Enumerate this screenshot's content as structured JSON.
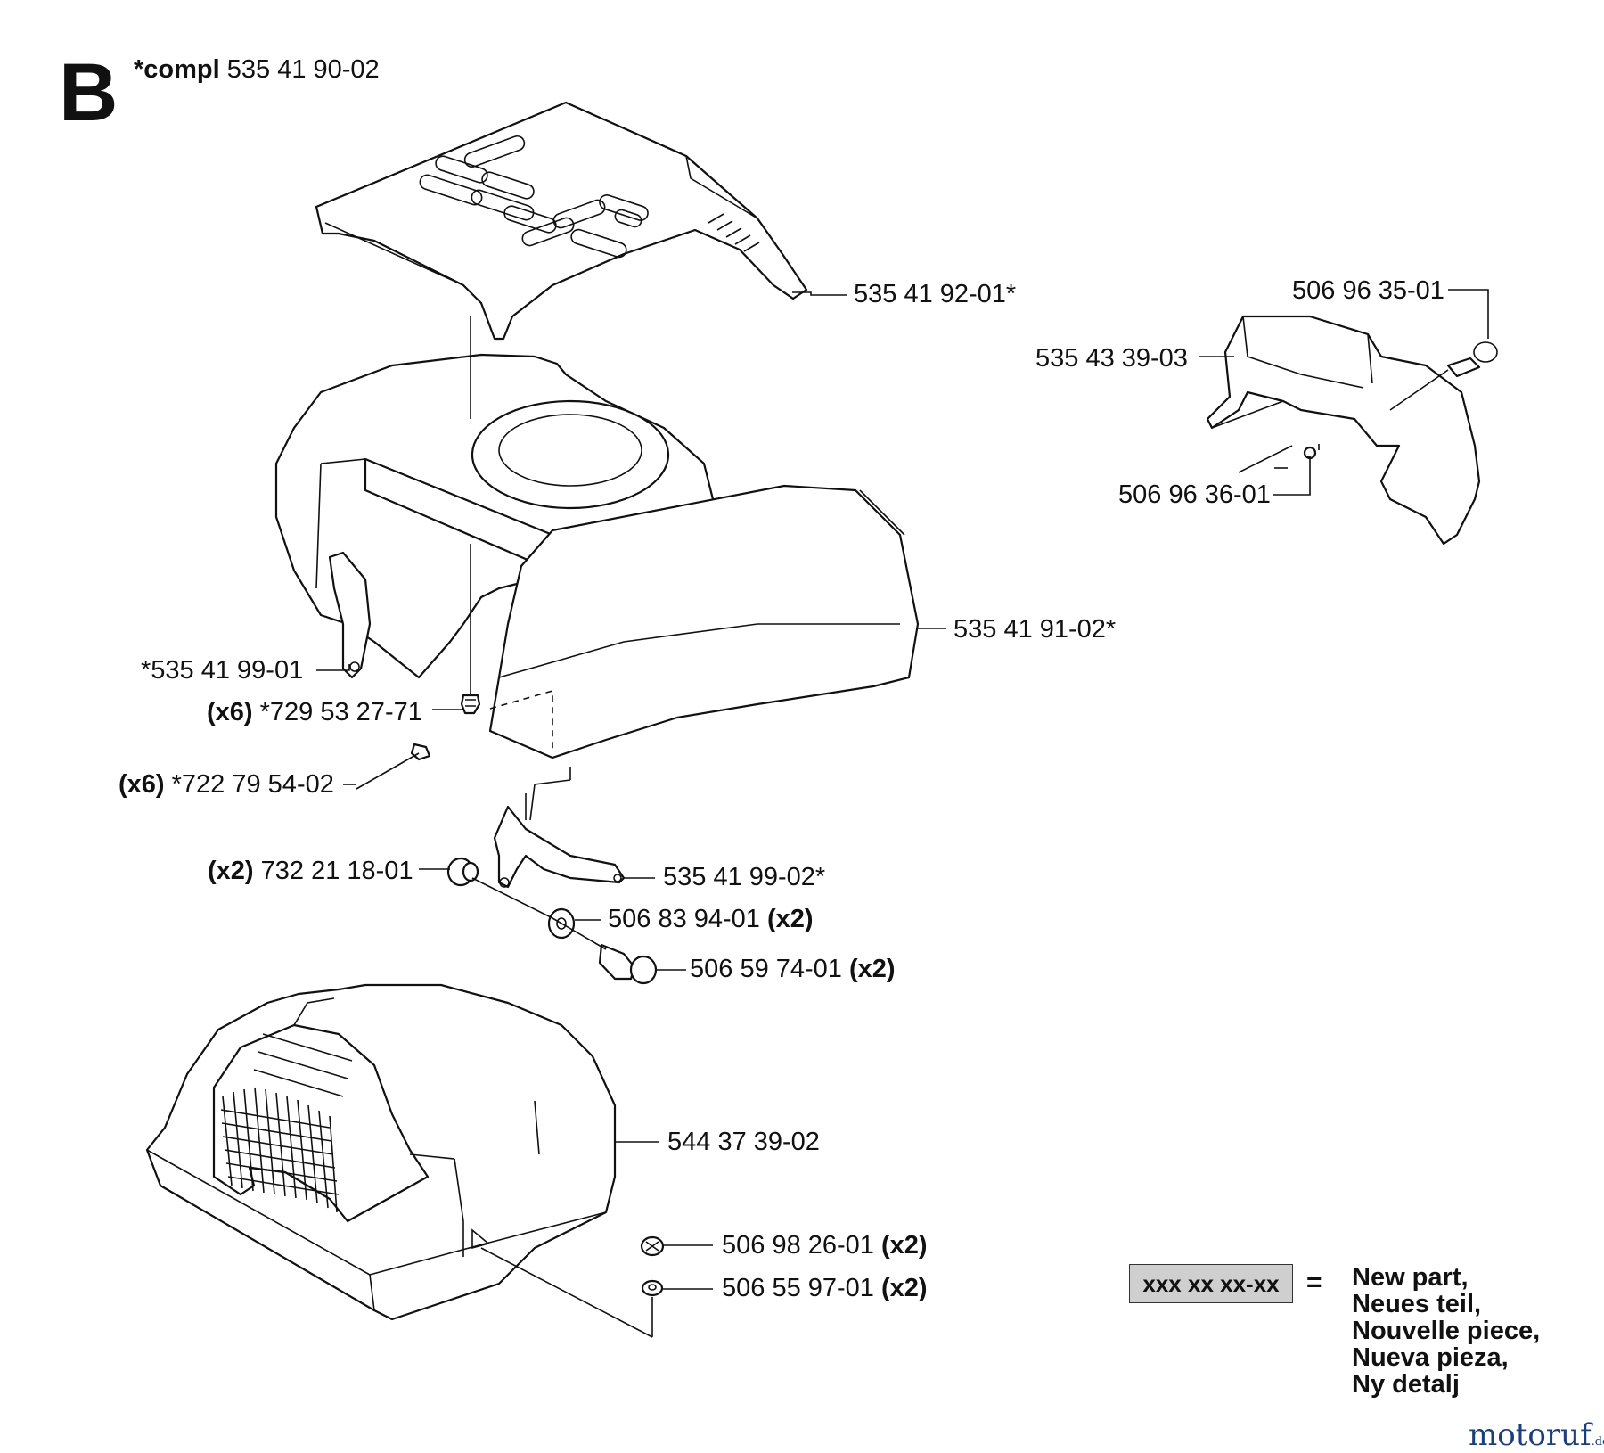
{
  "header": {
    "section_letter": "B",
    "compl_prefix": "*compl",
    "compl_number": "535 41 90-02"
  },
  "labels": {
    "p1": {
      "text": "535 41 92-01*",
      "qty": ""
    },
    "p2": {
      "text": "506 96 35-01",
      "qty": ""
    },
    "p3": {
      "text": "535 43 39-03",
      "qty": ""
    },
    "p4": {
      "text": "506 96 36-01",
      "qty": ""
    },
    "p5": {
      "text": "535 41 91-02*",
      "qty": ""
    },
    "p6": {
      "text": "*535 41 99-01",
      "qty": ""
    },
    "p7": {
      "text": "*729 53 27-71",
      "qty": "(x6)"
    },
    "p8": {
      "text": "*722 79 54-02",
      "qty": "(x6)"
    },
    "p9": {
      "text": "535 41 99-02*",
      "qty": ""
    },
    "p10": {
      "text": "732 21 18-01",
      "qty": "(x2)"
    },
    "p11": {
      "text": "506 83 94-01",
      "qty": "(x2)"
    },
    "p12": {
      "text": "506 59 74-01",
      "qty": "(x2)"
    },
    "p13": {
      "text": "544 37 39-02",
      "qty": ""
    },
    "p14": {
      "text": "506 98 26-01",
      "qty": "(x2)"
    },
    "p15": {
      "text": "506 55 97-01",
      "qty": "(x2)"
    }
  },
  "legend": {
    "code": "xxx xx xx-xx",
    "equals": "=",
    "lines": [
      "New part,",
      "Neues teil,",
      "Nouvelle piece,",
      "Nueva pieza,",
      "Ny detalj"
    ]
  },
  "watermark": {
    "brand": "motoruf",
    "suffix": ".de"
  }
}
